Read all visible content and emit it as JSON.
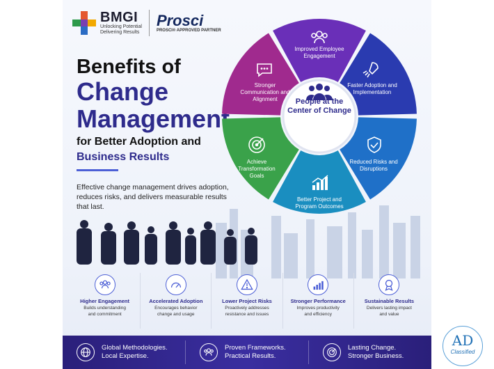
{
  "logos": {
    "bmgi_name": "BMGI",
    "bmgi_tagline_1": "Unlocking Potential",
    "bmgi_tagline_2": "Delivering Results",
    "prosci_name": "Prosci",
    "prosci_tagline": "PROSCI® APPROVED PARTNER"
  },
  "headline": {
    "line1": "Benefits of",
    "line2": "Change",
    "line3": "Management",
    "line4": "for Better Adoption and",
    "line5": "Business Results"
  },
  "description": "Effective change management drives adoption, reduces risks, and delivers measurable results that last.",
  "wheel": {
    "center": "People at the Center of Change",
    "segments": [
      {
        "label": "Improved Employee Engagement",
        "color": "#6a2fb8",
        "icon": "people-icon"
      },
      {
        "label": "Faster Adoption and Implementation",
        "color": "#2a3bb0",
        "icon": "rocket-icon"
      },
      {
        "label": "Reduced Risks and Disruptions",
        "color": "#1f70c8",
        "icon": "shield-check-icon"
      },
      {
        "label": "Better Project and Program Outcomes",
        "color": "#1a8ec0",
        "icon": "bar-chart-icon"
      },
      {
        "label": "Achieve Transformation Goals",
        "color": "#3aa24a",
        "icon": "target-icon"
      },
      {
        "label": "Stronger Communication and Alignment",
        "color": "#a02a8e",
        "icon": "chat-icon"
      }
    ]
  },
  "benefits": [
    {
      "title": "Higher Engagement",
      "sub1": "Builds understanding",
      "sub2": "and commitment",
      "icon": "people-icon"
    },
    {
      "title": "Accelerated Adoption",
      "sub1": "Encourages behavior",
      "sub2": "change and usage",
      "icon": "speedometer-icon"
    },
    {
      "title": "Lower Project Risks",
      "sub1": "Proactively addresses",
      "sub2": "resistance and issues",
      "icon": "warning-icon"
    },
    {
      "title": "Stronger Performance",
      "sub1": "Improves productivity",
      "sub2": "and efficiency",
      "icon": "bar-chart-icon"
    },
    {
      "title": "Sustainable Results",
      "sub1": "Delivers lasting impact",
      "sub2": "and value",
      "icon": "award-icon"
    }
  ],
  "footer": [
    {
      "line1": "Global Methodologies.",
      "line2": "Local Expertise.",
      "icon": "globe-icon"
    },
    {
      "line1": "Proven Frameworks.",
      "line2": "Practical Results.",
      "icon": "people-icon"
    },
    {
      "line1": "Lasting Change.",
      "line2": "Stronger Business.",
      "icon": "target-icon"
    }
  ],
  "badge": {
    "main": "AD",
    "sub": "Classified"
  },
  "colors": {
    "brand_purple": "#2e2b8c",
    "accent_blue": "#4c5fd6",
    "footer_bg": "#2a1f7a"
  }
}
